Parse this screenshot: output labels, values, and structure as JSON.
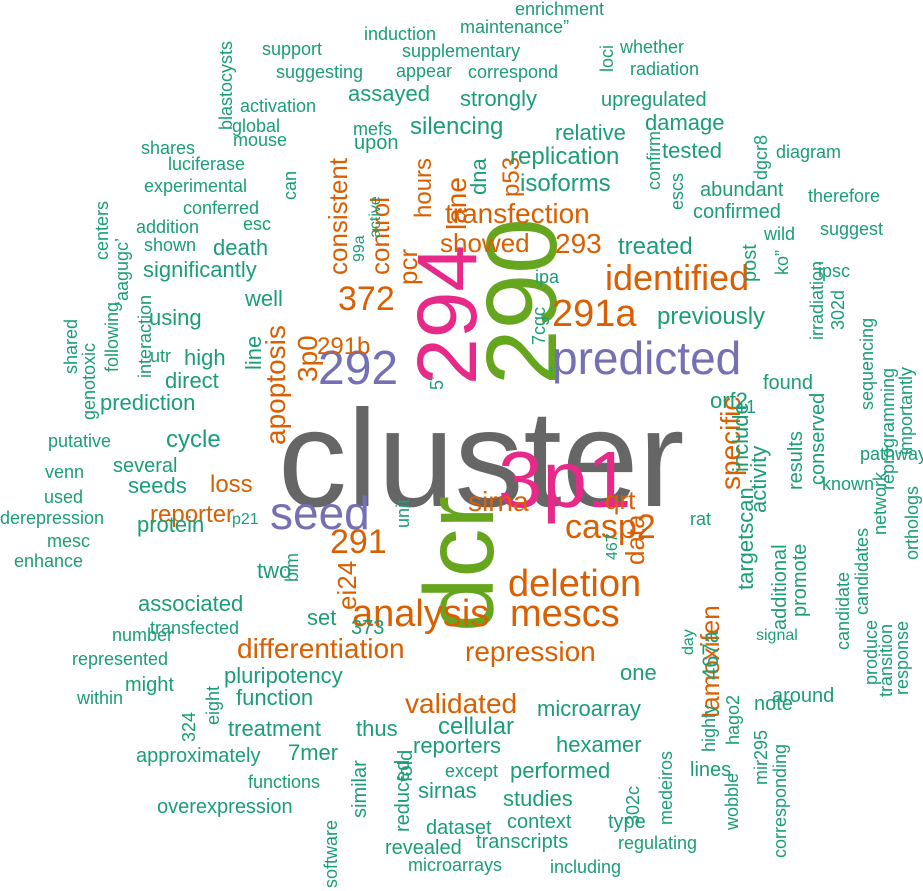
{
  "colors": {
    "gray": "#666666",
    "green": "#66a61e",
    "pink": "#e7298a",
    "purple": "#7570b3",
    "orange": "#d95f02",
    "teal": "#1b9e77"
  },
  "words": [
    {
      "text": "cluster",
      "color": "gray"
    },
    {
      "text": "dcr",
      "color": "green"
    },
    {
      "text": "290",
      "color": "green"
    },
    {
      "text": "294",
      "color": "pink"
    },
    {
      "text": "3p1",
      "color": "pink"
    },
    {
      "text": "292",
      "color": "purple"
    },
    {
      "text": "seed",
      "color": "purple"
    },
    {
      "text": "predicted",
      "color": "purple"
    },
    {
      "text": "analysis",
      "color": "orange"
    },
    {
      "text": "mescs",
      "color": "orange"
    },
    {
      "text": "deletion",
      "color": "orange"
    },
    {
      "text": "291a",
      "color": "orange"
    },
    {
      "text": "identified",
      "color": "orange"
    },
    {
      "text": "casp2",
      "color": "orange"
    },
    {
      "text": "291",
      "color": "orange"
    },
    {
      "text": "372",
      "color": "orange"
    },
    {
      "text": "apoptosis",
      "color": "orange"
    },
    {
      "text": "transfection",
      "color": "orange"
    },
    {
      "text": "specific",
      "color": "orange"
    },
    {
      "text": "differentiation",
      "color": "orange"
    },
    {
      "text": "repression",
      "color": "orange"
    },
    {
      "text": "validated",
      "color": "orange"
    },
    {
      "text": "tamoxifen",
      "color": "orange"
    },
    {
      "text": "showed",
      "color": "orange"
    },
    {
      "text": "consistent",
      "color": "orange"
    },
    {
      "text": "lane",
      "color": "orange"
    },
    {
      "text": "3p0",
      "color": "orange"
    },
    {
      "text": "pcr",
      "color": "orange"
    },
    {
      "text": "control",
      "color": "orange"
    },
    {
      "text": "hours",
      "color": "orange"
    },
    {
      "text": "293",
      "color": "orange"
    },
    {
      "text": "data",
      "color": "orange"
    },
    {
      "text": "qrt",
      "color": "orange"
    },
    {
      "text": "sirna",
      "color": "orange"
    },
    {
      "text": "reporter",
      "color": "orange"
    },
    {
      "text": "loss",
      "color": "orange"
    },
    {
      "text": "291b",
      "color": "orange"
    },
    {
      "text": "ei24",
      "color": "orange"
    },
    {
      "text": "p53",
      "color": "orange"
    },
    {
      "text": "cellular",
      "color": "teal"
    },
    {
      "text": "associated",
      "color": "teal"
    },
    {
      "text": "pluripotency",
      "color": "teal"
    },
    {
      "text": "function",
      "color": "teal"
    },
    {
      "text": "treatment",
      "color": "teal"
    },
    {
      "text": "microarray",
      "color": "teal"
    },
    {
      "text": "reporters",
      "color": "teal"
    },
    {
      "text": "performed",
      "color": "teal"
    },
    {
      "text": "hexamer",
      "color": "teal"
    },
    {
      "text": "studies",
      "color": "teal"
    },
    {
      "text": "sirnas",
      "color": "teal"
    },
    {
      "text": "7mer",
      "color": "teal"
    },
    {
      "text": "thus",
      "color": "teal"
    },
    {
      "text": "one",
      "color": "teal"
    },
    {
      "text": "set",
      "color": "teal"
    },
    {
      "text": "373",
      "color": "teal"
    },
    {
      "text": "two",
      "color": "teal"
    },
    {
      "text": "protein",
      "color": "teal"
    },
    {
      "text": "seeds",
      "color": "teal"
    },
    {
      "text": "several",
      "color": "teal"
    },
    {
      "text": "cycle",
      "color": "teal"
    },
    {
      "text": "prediction",
      "color": "teal"
    },
    {
      "text": "direct",
      "color": "teal"
    },
    {
      "text": "high",
      "color": "teal"
    },
    {
      "text": "line",
      "color": "teal"
    },
    {
      "text": "using",
      "color": "teal"
    },
    {
      "text": "well",
      "color": "teal"
    },
    {
      "text": "death",
      "color": "teal"
    },
    {
      "text": "significantly",
      "color": "teal"
    },
    {
      "text": "isoforms",
      "color": "teal"
    },
    {
      "text": "replication",
      "color": "teal"
    },
    {
      "text": "silencing",
      "color": "teal"
    },
    {
      "text": "strongly",
      "color": "teal"
    },
    {
      "text": "assayed",
      "color": "teal"
    },
    {
      "text": "treated",
      "color": "teal"
    },
    {
      "text": "previously",
      "color": "teal"
    },
    {
      "text": "relative",
      "color": "teal"
    },
    {
      "text": "damage",
      "color": "teal"
    },
    {
      "text": "tested",
      "color": "teal"
    },
    {
      "text": "abundant",
      "color": "teal"
    },
    {
      "text": "confirmed",
      "color": "teal"
    },
    {
      "text": "upregulated",
      "color": "teal"
    },
    {
      "text": "dna",
      "color": "teal"
    },
    {
      "text": "upon",
      "color": "teal"
    },
    {
      "text": "orf2",
      "color": "teal"
    },
    {
      "text": "include",
      "color": "teal"
    },
    {
      "text": "activity",
      "color": "teal"
    },
    {
      "text": "targetscan",
      "color": "teal"
    },
    {
      "text": "found",
      "color": "teal"
    },
    {
      "text": "conserved",
      "color": "teal"
    },
    {
      "text": "results",
      "color": "teal"
    },
    {
      "text": "promote",
      "color": "teal"
    },
    {
      "text": "additional",
      "color": "teal"
    },
    {
      "text": "467a",
      "color": "teal"
    },
    {
      "text": "note",
      "color": "teal"
    },
    {
      "text": "around",
      "color": "teal"
    },
    {
      "text": "lines",
      "color": "teal"
    },
    {
      "text": "type",
      "color": "teal"
    },
    {
      "text": "context",
      "color": "teal"
    },
    {
      "text": "dataset",
      "color": "teal"
    },
    {
      "text": "transcripts",
      "color": "teal"
    },
    {
      "text": "revealed",
      "color": "teal"
    },
    {
      "text": "microarrays",
      "color": "teal"
    },
    {
      "text": "including",
      "color": "teal"
    },
    {
      "text": "regulating",
      "color": "teal"
    },
    {
      "text": "except",
      "color": "teal"
    },
    {
      "text": "302c",
      "color": "teal"
    },
    {
      "text": "medeiros",
      "color": "teal"
    },
    {
      "text": "highly",
      "color": "teal"
    },
    {
      "text": "hago2",
      "color": "teal"
    },
    {
      "text": "mir295",
      "color": "teal"
    },
    {
      "text": "wobble",
      "color": "teal"
    },
    {
      "text": "corresponding",
      "color": "teal"
    },
    {
      "text": "software",
      "color": "teal"
    },
    {
      "text": "reduced",
      "color": "teal"
    },
    {
      "text": "fold",
      "color": "teal"
    },
    {
      "text": "similar",
      "color": "teal"
    },
    {
      "text": "approximately",
      "color": "teal"
    },
    {
      "text": "functions",
      "color": "teal"
    },
    {
      "text": "overexpression",
      "color": "teal"
    },
    {
      "text": "324",
      "color": "teal"
    },
    {
      "text": "eight",
      "color": "teal"
    },
    {
      "text": "might",
      "color": "teal"
    },
    {
      "text": "represented",
      "color": "teal"
    },
    {
      "text": "transfected",
      "color": "teal"
    },
    {
      "text": "within",
      "color": "teal"
    },
    {
      "text": "number",
      "color": "teal"
    },
    {
      "text": "enhance",
      "color": "teal"
    },
    {
      "text": "mesc",
      "color": "teal"
    },
    {
      "text": "derepression",
      "color": "teal"
    },
    {
      "text": "used",
      "color": "teal"
    },
    {
      "text": "venn",
      "color": "teal"
    },
    {
      "text": "putative",
      "color": "teal"
    },
    {
      "text": "genotoxic",
      "color": "teal"
    },
    {
      "text": "shared",
      "color": "teal"
    },
    {
      "text": "following",
      "color": "teal"
    },
    {
      "text": "interaction",
      "color": "teal"
    },
    {
      "text": "utr",
      "color": "teal"
    },
    {
      "text": "centers",
      "color": "teal"
    },
    {
      "text": "‘aagugc’",
      "color": "teal"
    },
    {
      "text": "addition",
      "color": "teal"
    },
    {
      "text": "shown",
      "color": "teal"
    },
    {
      "text": "conferred",
      "color": "teal"
    },
    {
      "text": "experimental",
      "color": "teal"
    },
    {
      "text": "luciferase",
      "color": "teal"
    },
    {
      "text": "shares",
      "color": "teal"
    },
    {
      "text": "mouse",
      "color": "teal"
    },
    {
      "text": "global",
      "color": "teal"
    },
    {
      "text": "activation",
      "color": "teal"
    },
    {
      "text": "blastocysts",
      "color": "teal"
    },
    {
      "text": "support",
      "color": "teal"
    },
    {
      "text": "induction",
      "color": "teal"
    },
    {
      "text": "suggesting",
      "color": "teal"
    },
    {
      "text": "supplementary",
      "color": "teal"
    },
    {
      "text": "appear",
      "color": "teal"
    },
    {
      "text": "maintenance”",
      "color": "teal"
    },
    {
      "text": "correspond",
      "color": "teal"
    },
    {
      "text": "enrichment",
      "color": "teal"
    },
    {
      "text": "loci",
      "color": "teal"
    },
    {
      "text": "whether",
      "color": "teal"
    },
    {
      "text": "radiation",
      "color": "teal"
    },
    {
      "text": "mefs",
      "color": "teal"
    },
    {
      "text": "can",
      "color": "teal"
    },
    {
      "text": "esc",
      "color": "teal"
    },
    {
      "text": "active",
      "color": "teal"
    },
    {
      "text": "99a",
      "color": "teal"
    },
    {
      "text": "ipa",
      "color": "teal"
    },
    {
      "text": "7cgc",
      "color": "teal"
    },
    {
      "text": "“",
      "color": "teal"
    },
    {
      "text": "5’",
      "color": "teal"
    },
    {
      "text": "confirm",
      "color": "teal"
    },
    {
      "text": "escs",
      "color": "teal"
    },
    {
      "text": "post",
      "color": "teal"
    },
    {
      "text": "dgcr8",
      "color": "teal"
    },
    {
      "text": "diagram",
      "color": "teal"
    },
    {
      "text": "therefore",
      "color": "teal"
    },
    {
      "text": "wild",
      "color": "teal"
    },
    {
      "text": "suggest",
      "color": "teal"
    },
    {
      "text": "ko”",
      "color": "teal"
    },
    {
      "text": "ipsc",
      "color": "teal"
    },
    {
      "text": "irradiation",
      "color": "teal"
    },
    {
      "text": "302d",
      "color": "teal"
    },
    {
      "text": "sequencing",
      "color": "teal"
    },
    {
      "text": "reprogramming",
      "color": "teal"
    },
    {
      "text": "importantly",
      "color": "teal"
    },
    {
      "text": "pathway",
      "color": "teal"
    },
    {
      "text": "known",
      "color": "teal"
    },
    {
      "text": "network",
      "color": "teal"
    },
    {
      "text": "orthologs",
      "color": "teal"
    },
    {
      "text": "candidates",
      "color": "teal"
    },
    {
      "text": "candidate",
      "color": "teal"
    },
    {
      "text": "produce",
      "color": "teal"
    },
    {
      "text": "transition",
      "color": "teal"
    },
    {
      "text": "response",
      "color": "teal"
    },
    {
      "text": "signal",
      "color": "teal"
    },
    {
      "text": "day",
      "color": "teal"
    },
    {
      "text": "rat",
      "color": "teal"
    },
    {
      "text": "467",
      "color": "teal"
    },
    {
      "text": "p21",
      "color": "teal"
    },
    {
      "text": "bim",
      "color": "teal"
    },
    {
      "text": "unit",
      "color": "teal"
    },
    {
      "text": "–1",
      "color": "teal"
    }
  ]
}
